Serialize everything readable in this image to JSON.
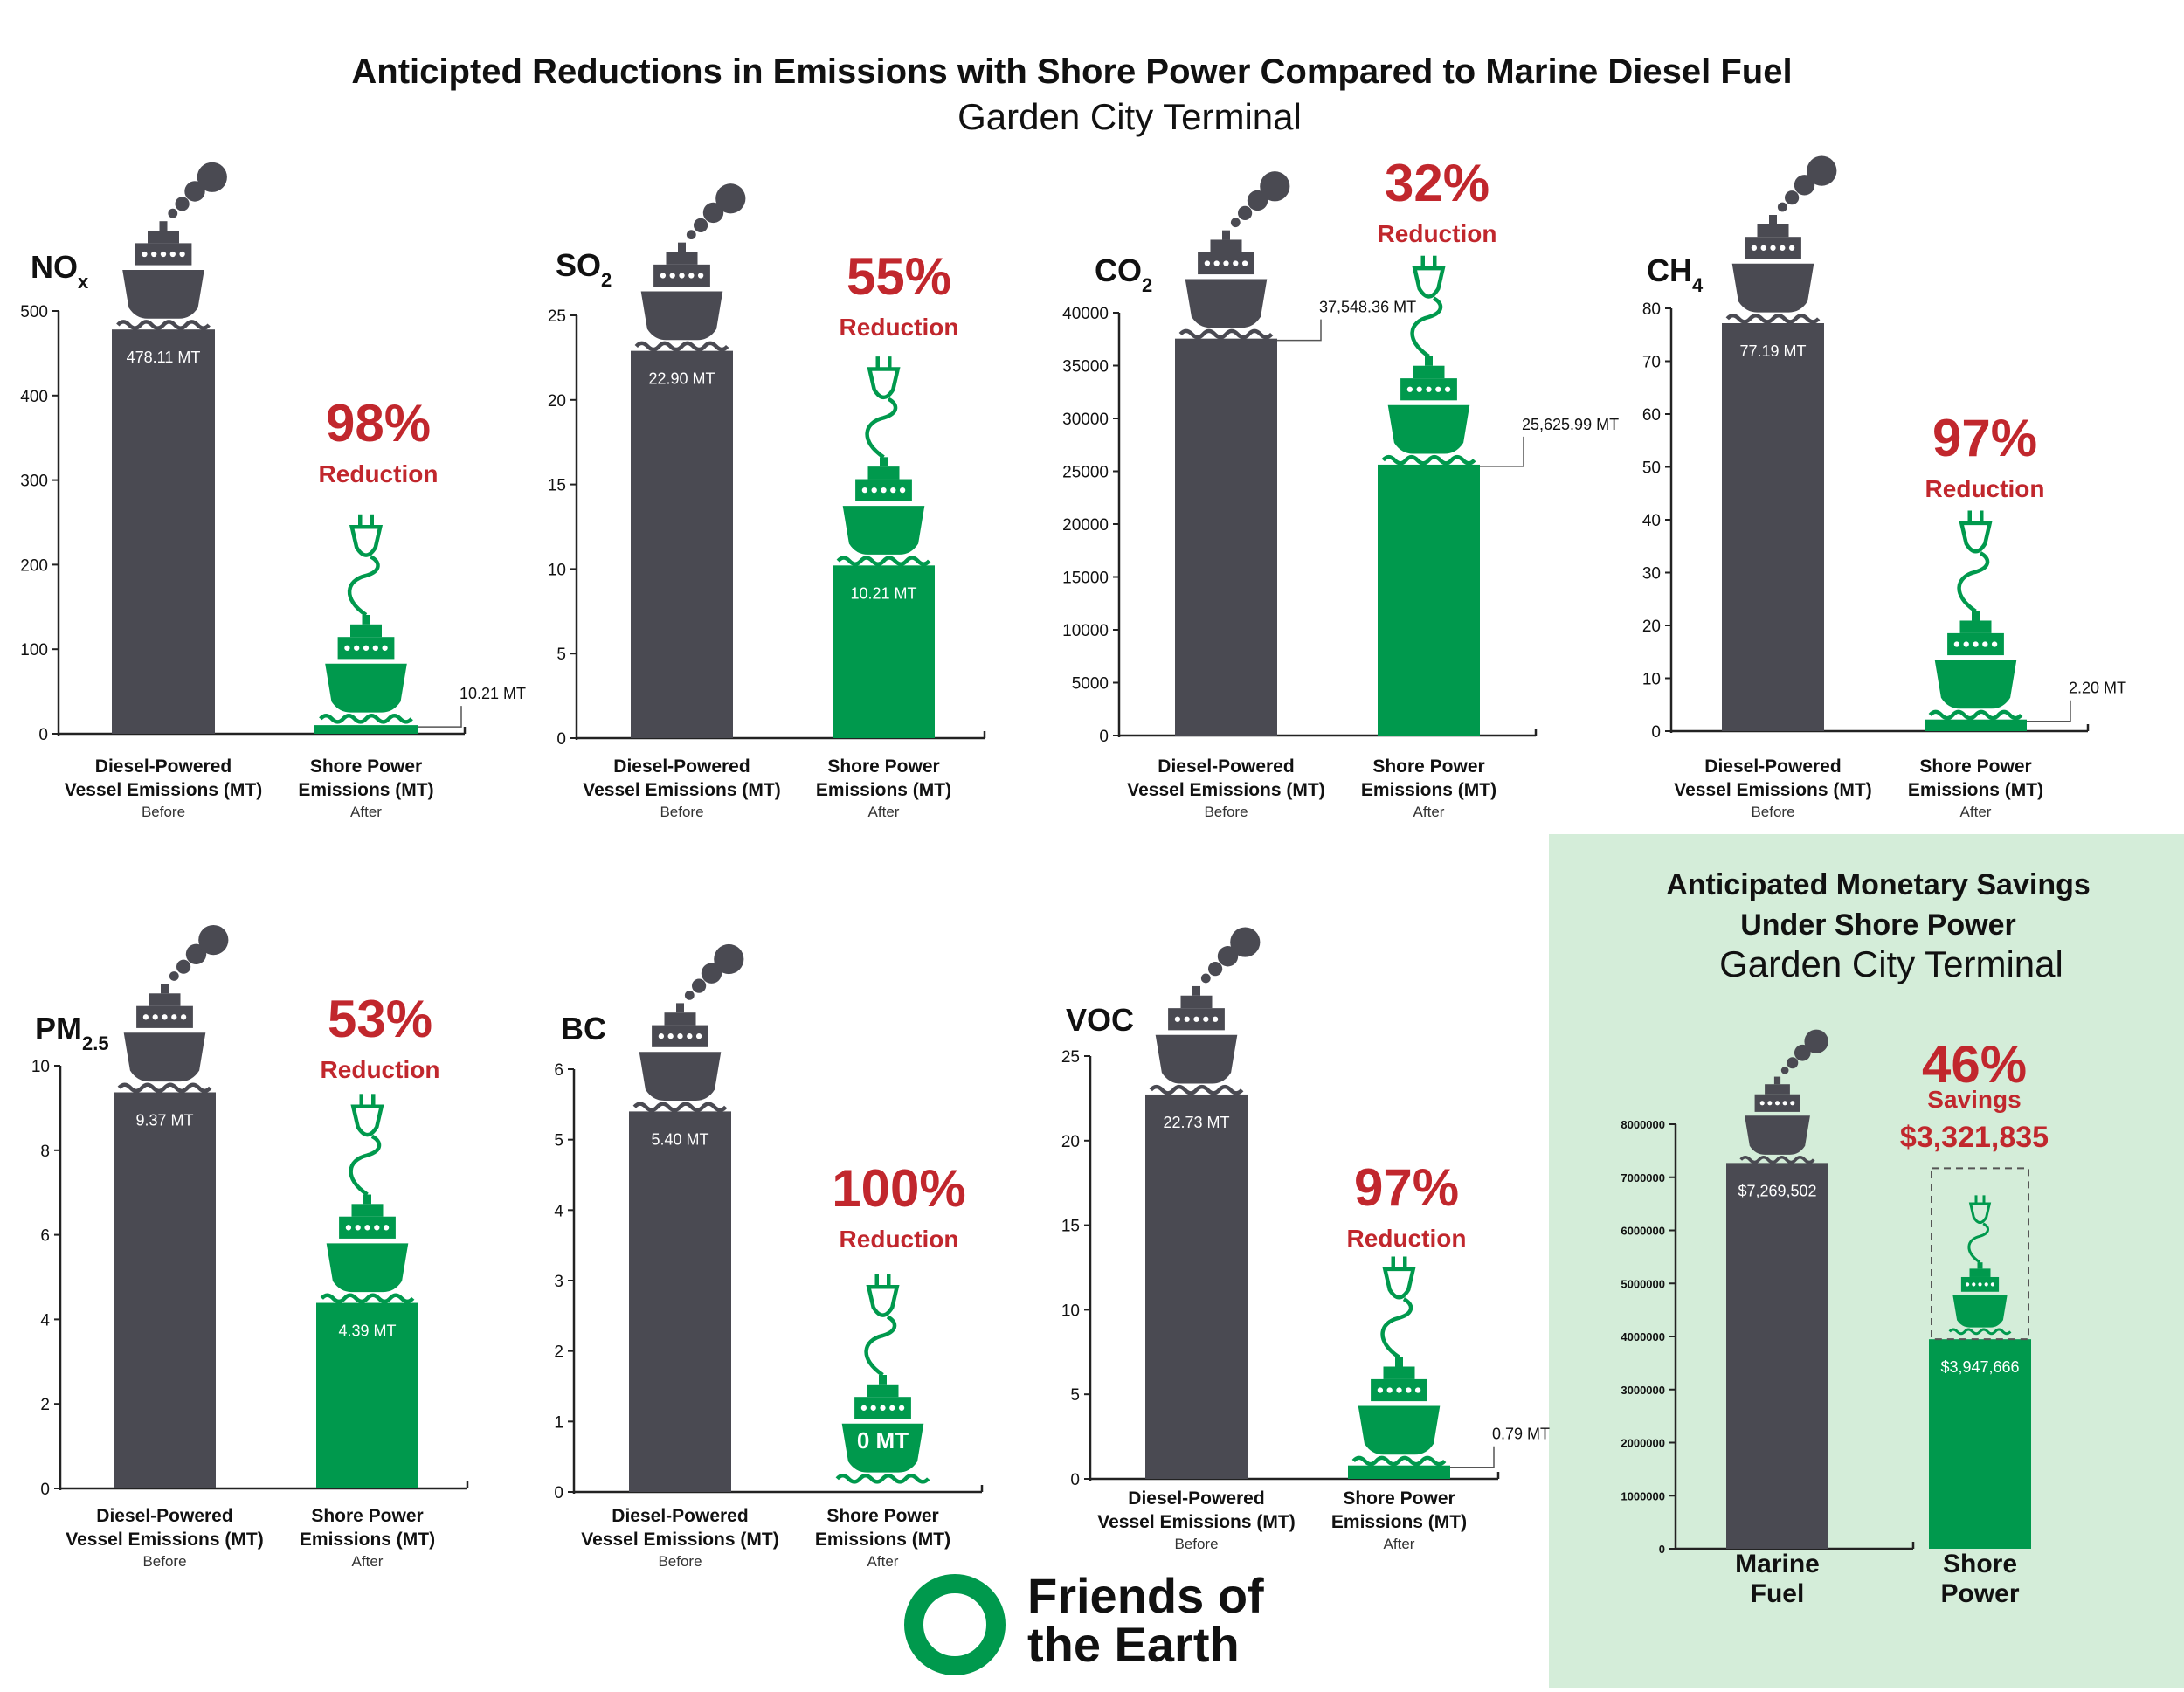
{
  "header": {
    "title": "Anticipted Reductions in Emissions with Shore Power Compared to Marine Diesel Fuel",
    "subtitle": "Garden City Terminal"
  },
  "colors": {
    "diesel": "#4a4a52",
    "shore": "#00994d",
    "red": "#c1272d",
    "savings_bg": "#d4edd9"
  },
  "icons": {
    "diesel": "steam-ship-with-smoke-icon",
    "shore": "electric-plug-ship-icon",
    "logo": "friends-of-the-earth-ring-logo"
  },
  "logo": {
    "line1": "Friends of",
    "line2": "the Earth"
  },
  "chart_data": [
    {
      "type": "bar",
      "pollutant": "NO",
      "sub": "x",
      "ylim": [
        0,
        500
      ],
      "ticks": [
        "0",
        "100",
        "200",
        "300",
        "400",
        "500"
      ],
      "categories": [
        "Diesel-Powered Vessel Emissions (MT)",
        "Shore Power Emissions (MT)"
      ],
      "category_lines": [
        [
          "Diesel-Powered",
          "Vessel Emissions (MT)"
        ],
        [
          "Shore Power",
          "Emissions (MT)"
        ]
      ],
      "periods": [
        "Before",
        "After"
      ],
      "values": [
        478.11,
        10.21
      ],
      "value_labels": [
        "478.11 MT",
        "10.21 MT"
      ],
      "reduction_pct": "98%",
      "reduction_word": "Reduction"
    },
    {
      "type": "bar",
      "pollutant": "SO",
      "sub": "2",
      "ylim": [
        0,
        25
      ],
      "ticks": [
        "0",
        "5",
        "10",
        "15",
        "20",
        "25"
      ],
      "categories": [
        "Diesel-Powered Vessel Emissions (MT)",
        "Shore Power Emissions (MT)"
      ],
      "category_lines": [
        [
          "Diesel-Powered",
          "Vessel Emissions (MT)"
        ],
        [
          "Shore Power",
          "Emissions (MT)"
        ]
      ],
      "periods": [
        "Before",
        "After"
      ],
      "values": [
        22.9,
        10.21
      ],
      "value_labels": [
        "22.90 MT",
        "10.21 MT"
      ],
      "reduction_pct": "55%",
      "reduction_word": "Reduction"
    },
    {
      "type": "bar",
      "pollutant": "CO",
      "sub": "2",
      "ylim": [
        0,
        40000
      ],
      "ticks": [
        "0",
        "5000",
        "10000",
        "15000",
        "20000",
        "25000",
        "30000",
        "35000",
        "40000"
      ],
      "categories": [
        "Diesel-Powered Vessel Emissions (MT)",
        "Shore Power Emissions (MT)"
      ],
      "category_lines": [
        [
          "Diesel-Powered",
          "Vessel Emissions (MT)"
        ],
        [
          "Shore Power",
          "Emissions (MT)"
        ]
      ],
      "periods": [
        "Before",
        "After"
      ],
      "values": [
        37548.36,
        25625.99
      ],
      "value_labels": [
        "37,548.36 MT",
        "25,625.99 MT"
      ],
      "reduction_pct": "32%",
      "reduction_word": "Reduction"
    },
    {
      "type": "bar",
      "pollutant": "CH",
      "sub": "4",
      "ylim": [
        0,
        80
      ],
      "ticks": [
        "0",
        "10",
        "20",
        "30",
        "40",
        "50",
        "60",
        "70",
        "80"
      ],
      "categories": [
        "Diesel-Powered Vessel Emissions (MT)",
        "Shore Power Emissions (MT)"
      ],
      "category_lines": [
        [
          "Diesel-Powered",
          "Vessel Emissions (MT)"
        ],
        [
          "Shore Power",
          "Emissions (MT)"
        ]
      ],
      "periods": [
        "Before",
        "After"
      ],
      "values": [
        77.19,
        2.2
      ],
      "value_labels": [
        "77.19 MT",
        "2.20 MT"
      ],
      "reduction_pct": "97%",
      "reduction_word": "Reduction"
    },
    {
      "type": "bar",
      "pollutant": "PM",
      "sub": "2.5",
      "ylim": [
        0,
        10
      ],
      "ticks": [
        "0",
        "2",
        "4",
        "6",
        "8",
        "10"
      ],
      "categories": [
        "Diesel-Powered Vessel Emissions (MT)",
        "Shore Power Emissions (MT)"
      ],
      "category_lines": [
        [
          "Diesel-Powered",
          "Vessel Emissions (MT)"
        ],
        [
          "Shore Power",
          "Emissions (MT)"
        ]
      ],
      "periods": [
        "Before",
        "After"
      ],
      "values": [
        9.37,
        4.39
      ],
      "value_labels": [
        "9.37 MT",
        "4.39 MT"
      ],
      "reduction_pct": "53%",
      "reduction_word": "Reduction"
    },
    {
      "type": "bar",
      "pollutant": "BC",
      "sub": "",
      "ylim": [
        0,
        6
      ],
      "ticks": [
        "0",
        "1",
        "2",
        "3",
        "4",
        "5",
        "6"
      ],
      "categories": [
        "Diesel-Powered Vessel Emissions (MT)",
        "Shore Power Emissions (MT)"
      ],
      "category_lines": [
        [
          "Diesel-Powered",
          "Vessel Emissions (MT)"
        ],
        [
          "Shore Power",
          "Emissions (MT)"
        ]
      ],
      "periods": [
        "Before",
        "After"
      ],
      "values": [
        5.4,
        0
      ],
      "value_labels": [
        "5.40 MT",
        "0 MT"
      ],
      "reduction_pct": "100%",
      "reduction_word": "Reduction"
    },
    {
      "type": "bar",
      "pollutant": "VOC",
      "sub": "",
      "ylim": [
        0,
        25
      ],
      "ticks": [
        "0",
        "5",
        "10",
        "15",
        "20",
        "25"
      ],
      "categories": [
        "Diesel-Powered Vessel Emissions (MT)",
        "Shore Power Emissions (MT)"
      ],
      "category_lines": [
        [
          "Diesel-Powered",
          "Vessel Emissions (MT)"
        ],
        [
          "Shore Power",
          "Emissions (MT)"
        ]
      ],
      "periods": [
        "Before",
        "After"
      ],
      "values": [
        22.73,
        0.79
      ],
      "value_labels": [
        "22.73 MT",
        "0.79 MT"
      ],
      "reduction_pct": "97%",
      "reduction_word": "Reduction"
    },
    {
      "type": "bar",
      "title_lines": [
        "Anticipated Monetary Savings",
        "Under Shore Power"
      ],
      "subtitle": "Garden City Terminal",
      "ylim": [
        0,
        8000000
      ],
      "ticks": [
        "0",
        "1000000",
        "2000000",
        "3000000",
        "4000000",
        "5000000",
        "6000000",
        "7000000",
        "8000000"
      ],
      "categories": [
        "Marine Fuel",
        "Shore Power"
      ],
      "category_lines": [
        [
          "Marine",
          "Fuel"
        ],
        [
          "Shore",
          "Power"
        ]
      ],
      "values": [
        7269502,
        3947666
      ],
      "value_labels": [
        "$7,269,502",
        "$3,947,666"
      ],
      "savings_pct": "46%",
      "savings_word": "Savings",
      "savings_amount": "$3,321,835"
    }
  ]
}
